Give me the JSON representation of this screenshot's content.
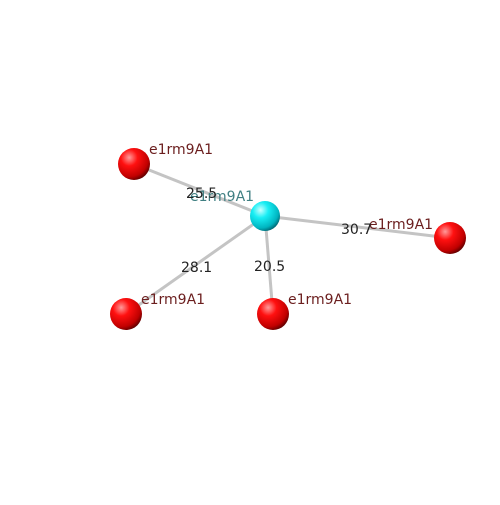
{
  "center": {
    "label": "e1rm9A1",
    "color": "#00e5ee"
  },
  "neighbors": [
    {
      "label": "e1rm9A1",
      "distance": "25.5"
    },
    {
      "label": "e1rm9A1",
      "distance": "30.7"
    },
    {
      "label": "e1rm9A1",
      "distance": "28.1"
    },
    {
      "label": "e1rm9A1",
      "distance": "20.5"
    }
  ],
  "colors": {
    "neighbor": "#ff0000",
    "edge": "#bdbdbd",
    "node_label": "#6b1e1e",
    "center_label": "#3f7f82",
    "edge_label": "#222222"
  }
}
